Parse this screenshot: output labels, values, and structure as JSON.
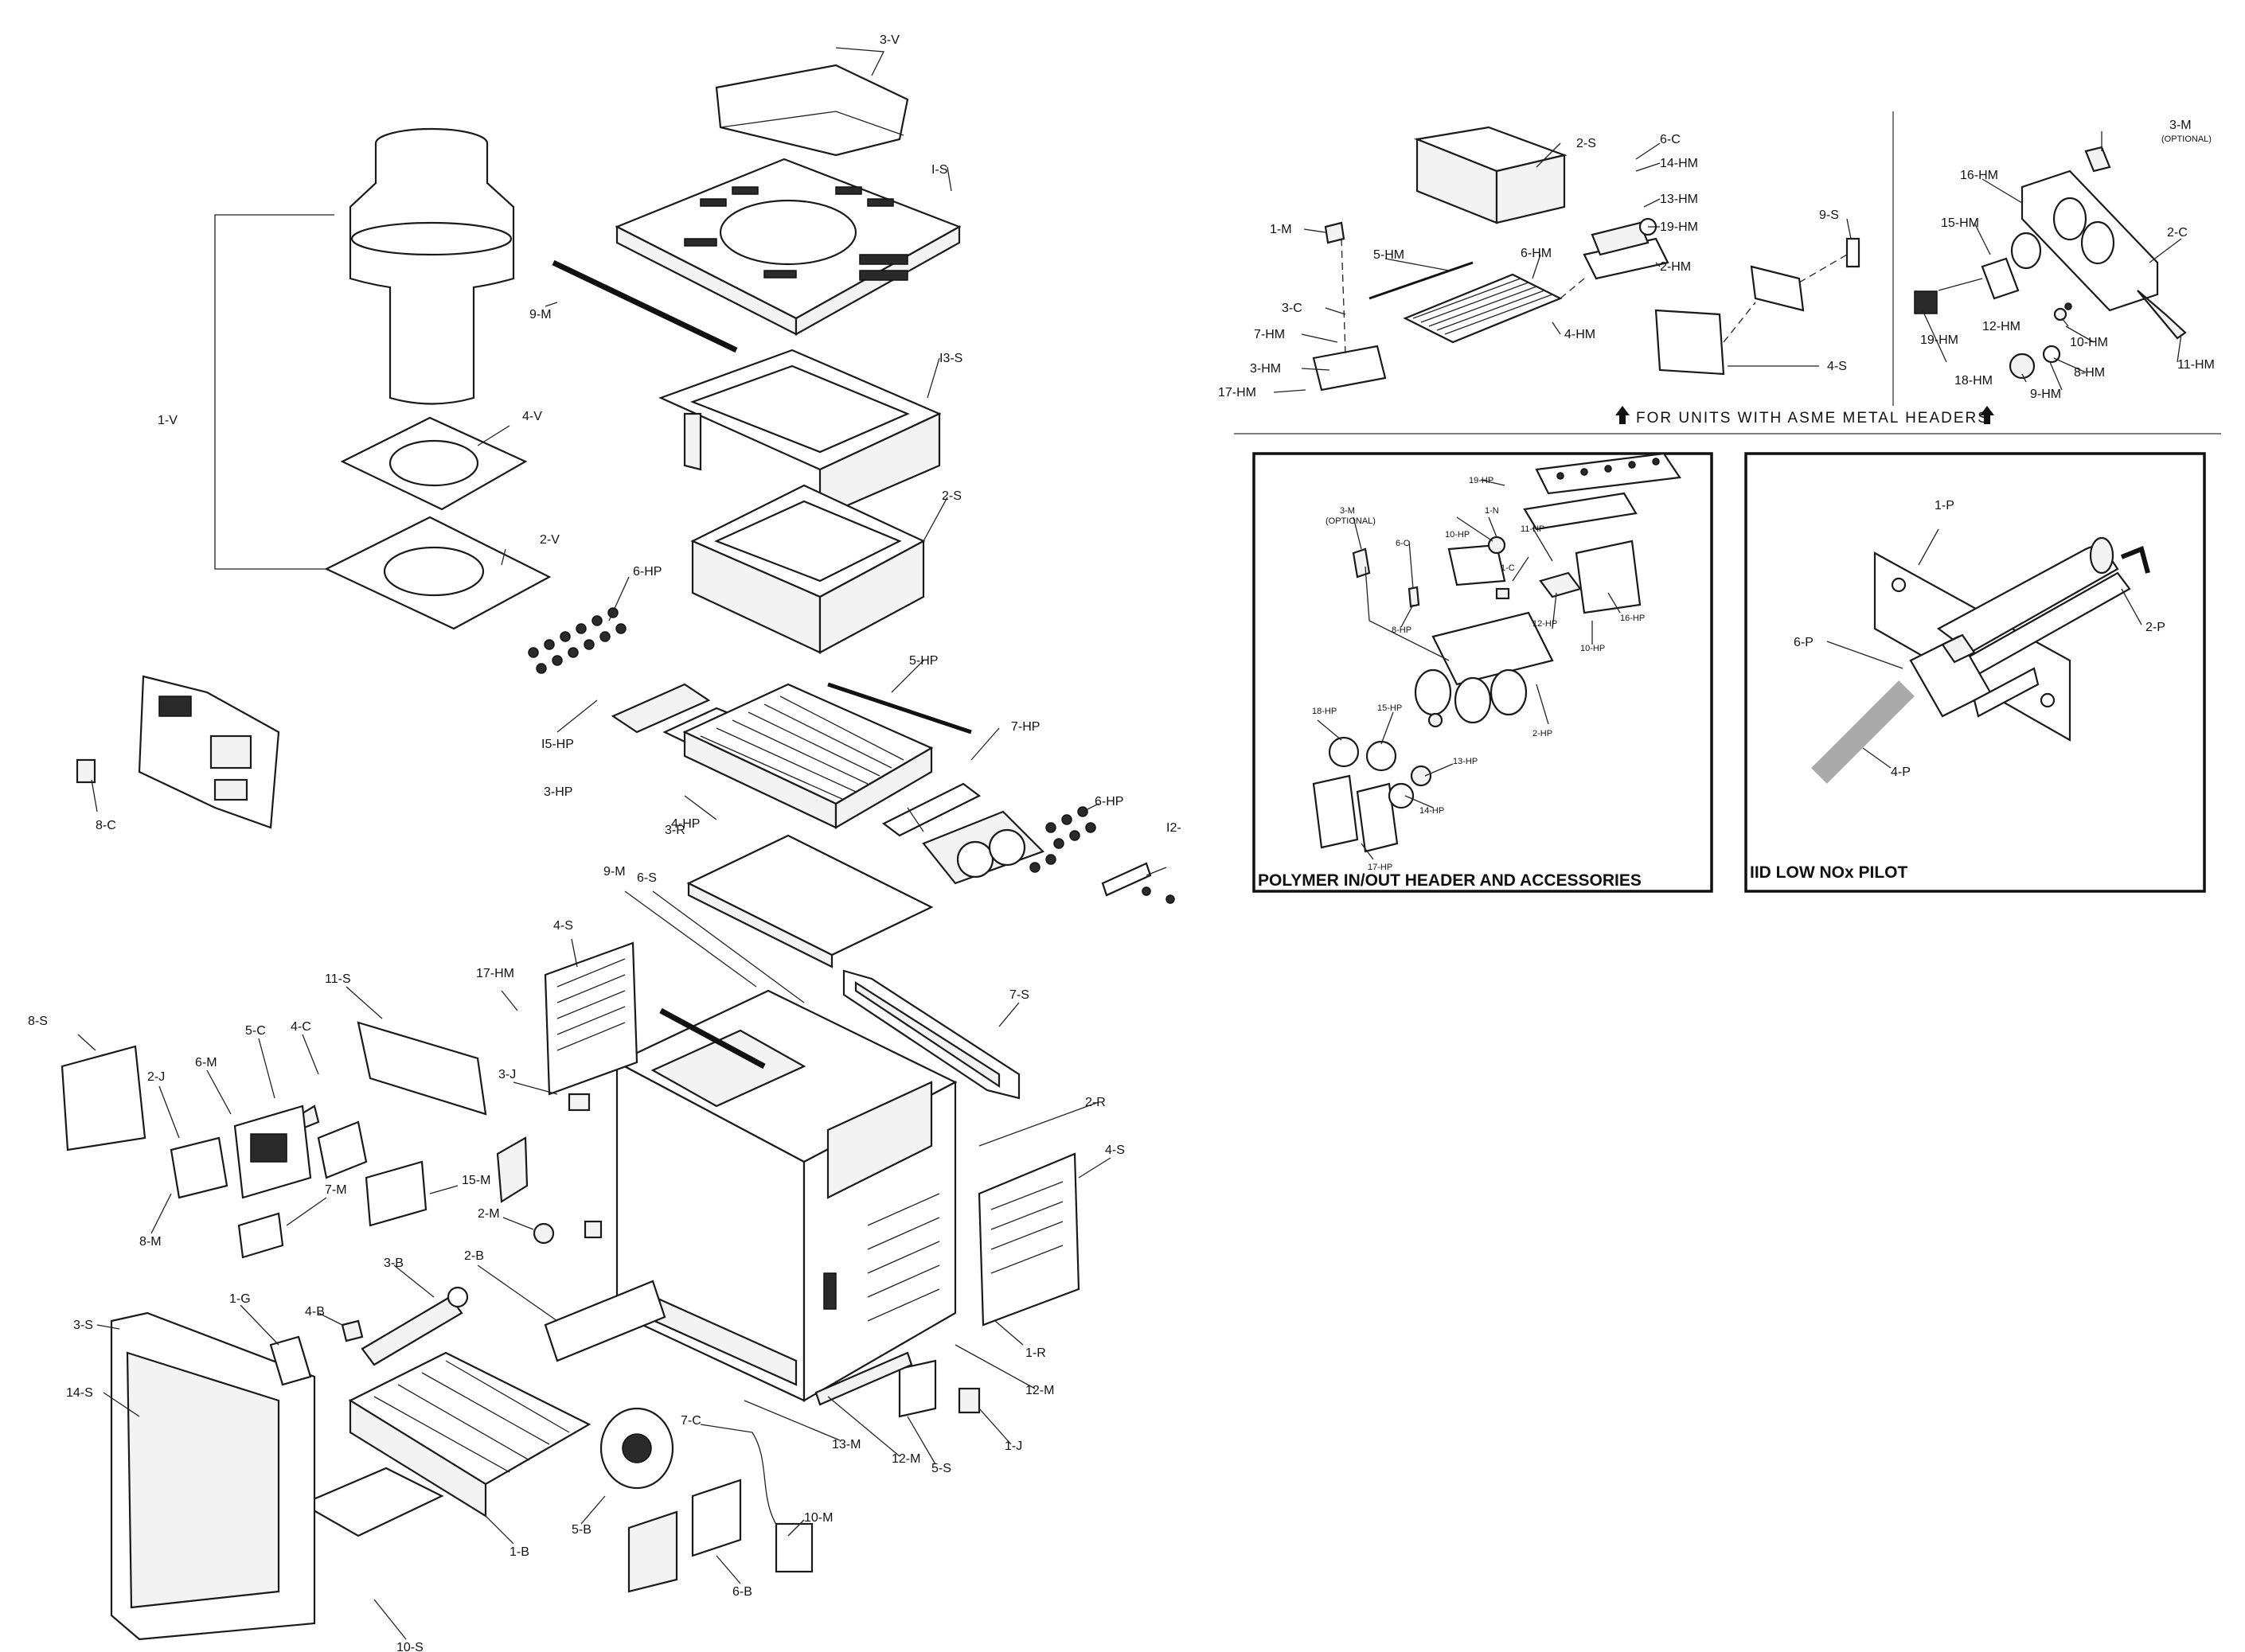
{
  "labels": {
    "v3": "3-V",
    "s1": "I-S",
    "v1": "1-V",
    "m9a": "9-M",
    "s13": "I3-S",
    "v4": "4-V",
    "s2a": "2-S",
    "v2": "2-V",
    "hp6a": "6-HP",
    "hp5": "5-HP",
    "hp15": "I5-HP",
    "hp7": "7-HP",
    "hp3": "3-HP",
    "hp4": "4-HP",
    "hp6b": "6-HP",
    "i2": "I2-",
    "r3": "3-R",
    "c8": "8-C",
    "m9b": "9-M",
    "s6": "6-S",
    "s4a": "4-S",
    "s11": "11-S",
    "hm17a": "17-HM",
    "s7": "7-S",
    "s8": "8-S",
    "j2": "2-J",
    "m6": "6-M",
    "c5": "5-C",
    "c4": "4-C",
    "j3": "3-J",
    "r2": "2-R",
    "m8": "8-M",
    "m7": "7-M",
    "m15": "15-M",
    "s4b": "4-S",
    "m2": "2-M",
    "b3": "3-B",
    "b2": "2-B",
    "g1": "1-G",
    "s3": "3-S",
    "b4": "4-B",
    "s14": "14-S",
    "r1": "1-R",
    "m12a": "12-M",
    "c7": "7-C",
    "m13": "13-M",
    "m12b": "12-M",
    "s5": "5-S",
    "j1": "1-J",
    "m10": "10-M",
    "b5": "5-B",
    "b1": "1-B",
    "b6": "6-B",
    "s10": "10-S",
    "s2b": "2-S",
    "c6a": "6-C",
    "hm14": "14-HM",
    "hm13": "13-HM",
    "hm19a": "19-HM",
    "m1a": "1-M",
    "hm5": "5-HM",
    "hm6": "6-HM",
    "hm2": "2-HM",
    "s9": "9-S",
    "c3": "3-C",
    "hm7": "7-HM",
    "hm4": "4-HM",
    "hm3": "3-HM",
    "s4c": "4-S",
    "hm17b": "17-HM",
    "m3": "3-M",
    "optional1": "(OPTIONAL)",
    "hm16a": "16-HM",
    "hm15a": "15-HM",
    "c2": "2-C",
    "hm12a": "12-HM",
    "hm19b": "19-HM",
    "hm10": "10-HM",
    "hm11": "11-HM",
    "hm18": "18-HM",
    "hm8": "8-HM",
    "hm9": "9-HM",
    "asme_note": "FOR UNITS WITH ASME METAL HEADERS",
    "poly_title": "POLYMER IN/OUT HEADER AND ACCESSORIES",
    "p_hp19": "19-HP",
    "p_m3": "3-M",
    "p_opt": "(OPTIONAL)",
    "p_c6": "6-C",
    "p_hp10a": "10-HP",
    "p_n1": "1-N",
    "p_hp11": "11-HP",
    "p_c1": "1-C",
    "p_hp8": "8-HP",
    "p_hp12": "12-HP",
    "p_hp16": "16-HP",
    "p_hp10b": "10-HP",
    "p_hp2": "2-HP",
    "p_hp18": "18-HP",
    "p_hp15": "15-HP",
    "p_hp13": "13-HP",
    "p_hp14": "14-HP",
    "p_hp17": "17-HP",
    "pilot_title": "IID LOW NOx PILOT",
    "p1": "1-P",
    "p2": "2-P",
    "p6": "6-P",
    "p4": "4-P"
  },
  "icons": [
    "up-arrow-icon"
  ]
}
